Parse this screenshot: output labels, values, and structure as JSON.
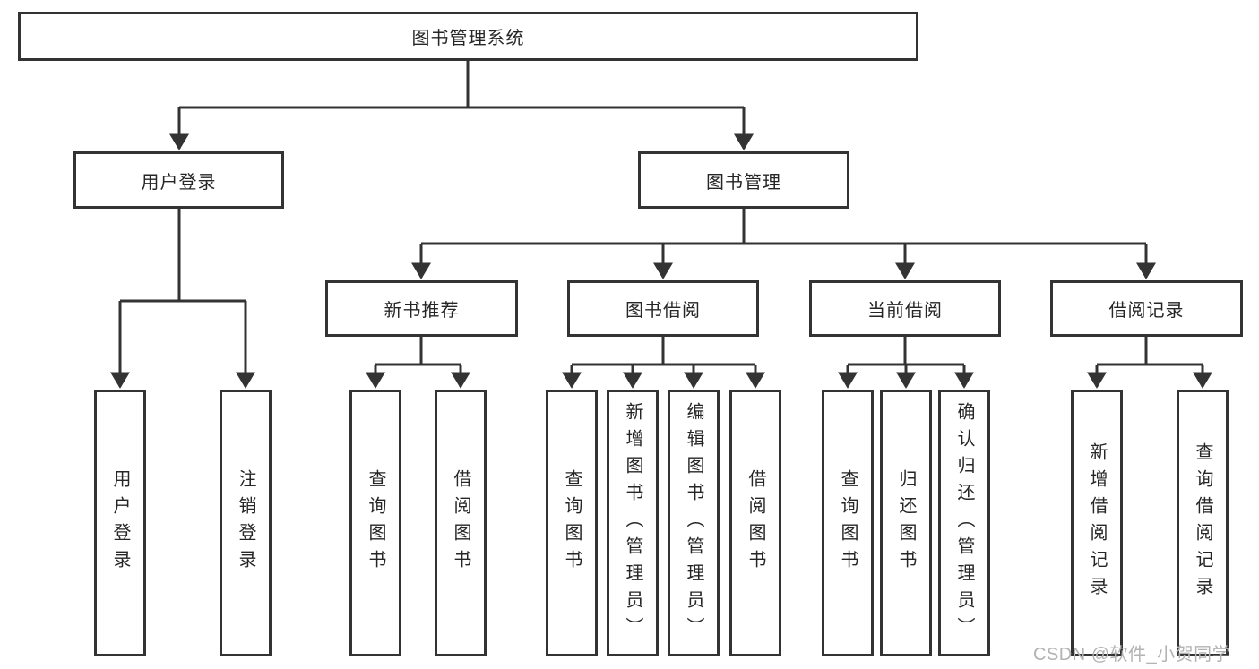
{
  "diagram": {
    "type": "hierarchy-tree",
    "root": {
      "label": "图书管理系统"
    },
    "branches": [
      {
        "label": "用户登录",
        "children": [
          {
            "label": "用户登录"
          },
          {
            "label": "注销登录"
          }
        ]
      },
      {
        "label": "图书管理",
        "groups": [
          {
            "label": "新书推荐",
            "children": [
              {
                "label": "查询图书"
              },
              {
                "label": "借阅图书"
              }
            ]
          },
          {
            "label": "图书借阅",
            "children": [
              {
                "label": "查询图书"
              },
              {
                "label": "新增图书（管理员）"
              },
              {
                "label": "编辑图书（管理员）"
              },
              {
                "label": "借阅图书"
              }
            ]
          },
          {
            "label": "当前借阅",
            "children": [
              {
                "label": "查询图书"
              },
              {
                "label": "归还图书"
              },
              {
                "label": "确认归还（管理员）"
              }
            ]
          },
          {
            "label": "借阅记录",
            "children": [
              {
                "label": "新增借阅记录"
              },
              {
                "label": "查询借阅记录"
              }
            ]
          }
        ]
      }
    ]
  },
  "colors": {
    "line": "#333333",
    "box_border": "#333333",
    "box_fill": "#ffffff",
    "text": "#262626",
    "watermark": "#b3b3b3"
  },
  "watermark": {
    "text": "CSDN @软件_小贺同学"
  }
}
